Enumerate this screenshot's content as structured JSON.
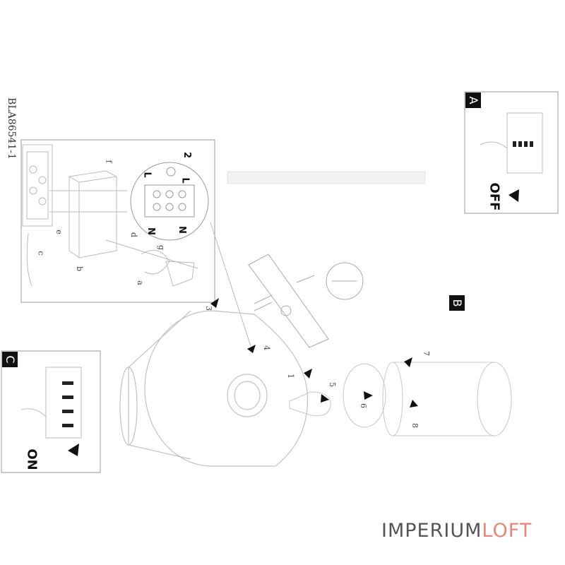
{
  "model_code": "BLA86541-1",
  "panels": {
    "A": {
      "letter": "A",
      "switch_label": "OFF"
    },
    "B": {
      "letter": "B"
    },
    "C": {
      "letter": "C",
      "switch_label": "ON"
    }
  },
  "wiring": {
    "terminals": [
      "2",
      "L",
      "L",
      "N",
      "N"
    ],
    "part_letters": [
      "a",
      "b",
      "c",
      "d",
      "e",
      "f",
      "g"
    ]
  },
  "callouts": [
    "1",
    "3",
    "4",
    "5",
    "6",
    "7",
    "8"
  ],
  "brand": {
    "part1": "IMPERIUM",
    "part2": "LOFT"
  },
  "colors": {
    "line": "#8a8a8a",
    "faint": "#cfcfcf",
    "brand_gray": "#555555",
    "brand_accent": "#e58877"
  }
}
